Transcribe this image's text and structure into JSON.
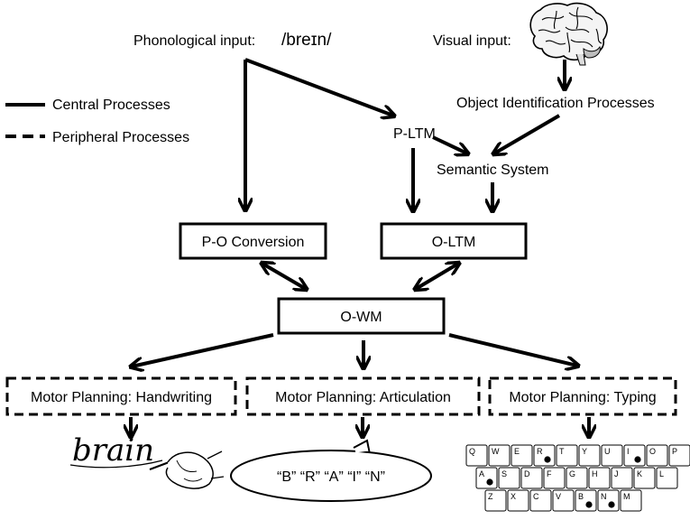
{
  "inputs": {
    "phonological_label": "Phonological input:",
    "phonological_value": "/breɪn/",
    "visual_label": "Visual input:"
  },
  "legend": {
    "central": "Central Processes",
    "peripheral": "Peripheral Processes"
  },
  "nodes": {
    "object_identification": "Object Identification Processes",
    "p_ltm": "P-LTM",
    "semantic_system": "Semantic System",
    "po_conversion": "P-O Conversion",
    "o_ltm": "O-LTM",
    "o_wm": "O-WM",
    "motor_handwriting": "Motor Planning: Handwriting",
    "motor_articulation": "Motor Planning: Articulation",
    "motor_typing": "Motor Planning: Typing"
  },
  "outputs": {
    "handwriting_word": "brain",
    "spoken_letters": "“B” “R” “A” “I” “N”"
  },
  "keyboard": {
    "row1": [
      "Q",
      "W",
      "E",
      "R",
      "T",
      "Y",
      "U",
      "I",
      "O",
      "P"
    ],
    "row2": [
      "A",
      "S",
      "D",
      "F",
      "G",
      "H",
      "J",
      "K",
      "L"
    ],
    "row3": [
      "Z",
      "X",
      "C",
      "V",
      "B",
      "N",
      "M"
    ],
    "marked": [
      "R",
      "I",
      "A",
      "B",
      "N"
    ]
  },
  "icons": {
    "brain": "brain-icon",
    "hand": "writing-hand-icon"
  }
}
